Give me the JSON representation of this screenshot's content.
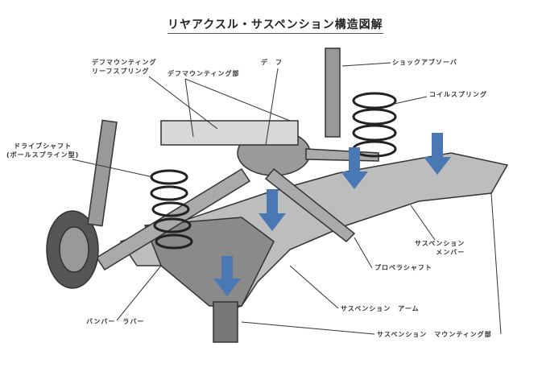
{
  "title": "リヤアクスル・サスペンション構造図解",
  "labels": {
    "diff_mount_leaf_1": "デフマウンティング",
    "diff_mount_leaf_2": "リーフスプリング",
    "diff_mount_part": "デフマウンティング部",
    "diff": "デ　フ",
    "shock_absorber": "ショックアブソーバ",
    "coil_spring": "コイルスプリング",
    "drive_shaft_1": "ドライブシャフト",
    "drive_shaft_2": "(ボールスプライン型)",
    "suspension_member_1": "サスペンション",
    "suspension_member_2": "メンバー",
    "propeller_shaft": "プロペラシャフト",
    "suspension_arm": "サスペンション　アーム",
    "suspension_mounting": "サスペンション　マウンティング部",
    "bump_rubber": "バンパー　ラバー"
  },
  "colors": {
    "arrow": "#4a78b5",
    "ink": "#333333"
  }
}
